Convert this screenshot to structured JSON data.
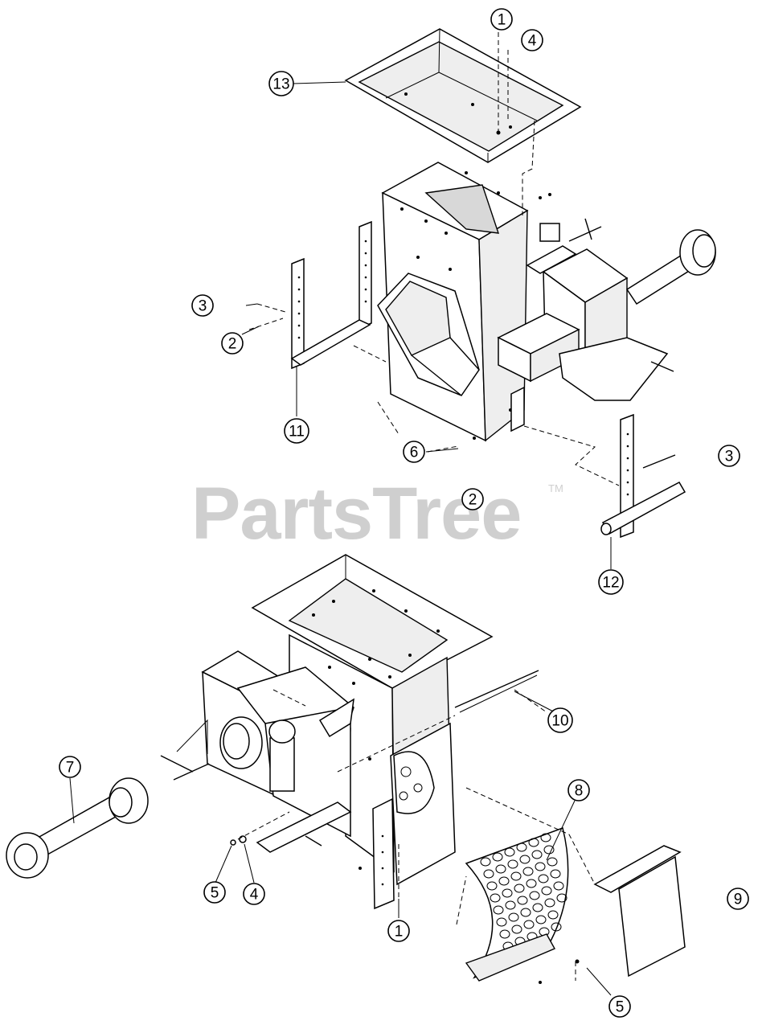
{
  "watermark": {
    "text": "PartsTree",
    "trademark": "TM"
  },
  "callouts": [
    {
      "id": "c-top-1",
      "label": "1"
    },
    {
      "id": "c-top-4",
      "label": "4"
    },
    {
      "id": "c-13",
      "label": "13"
    },
    {
      "id": "c-top-3",
      "label": "3"
    },
    {
      "id": "c-top-2",
      "label": "2"
    },
    {
      "id": "c-11",
      "label": "11"
    },
    {
      "id": "c-6",
      "label": "6"
    },
    {
      "id": "c-right-3",
      "label": "3"
    },
    {
      "id": "c-mid-2",
      "label": "2"
    },
    {
      "id": "c-12",
      "label": "12"
    },
    {
      "id": "c-10",
      "label": "10"
    },
    {
      "id": "c-7",
      "label": "7"
    },
    {
      "id": "c-8",
      "label": "8"
    },
    {
      "id": "c-bot-5",
      "label": "5"
    },
    {
      "id": "c-bot-4",
      "label": "4"
    },
    {
      "id": "c-bot-1",
      "label": "1"
    },
    {
      "id": "c-9",
      "label": "9"
    },
    {
      "id": "c-br-5",
      "label": "5"
    }
  ]
}
